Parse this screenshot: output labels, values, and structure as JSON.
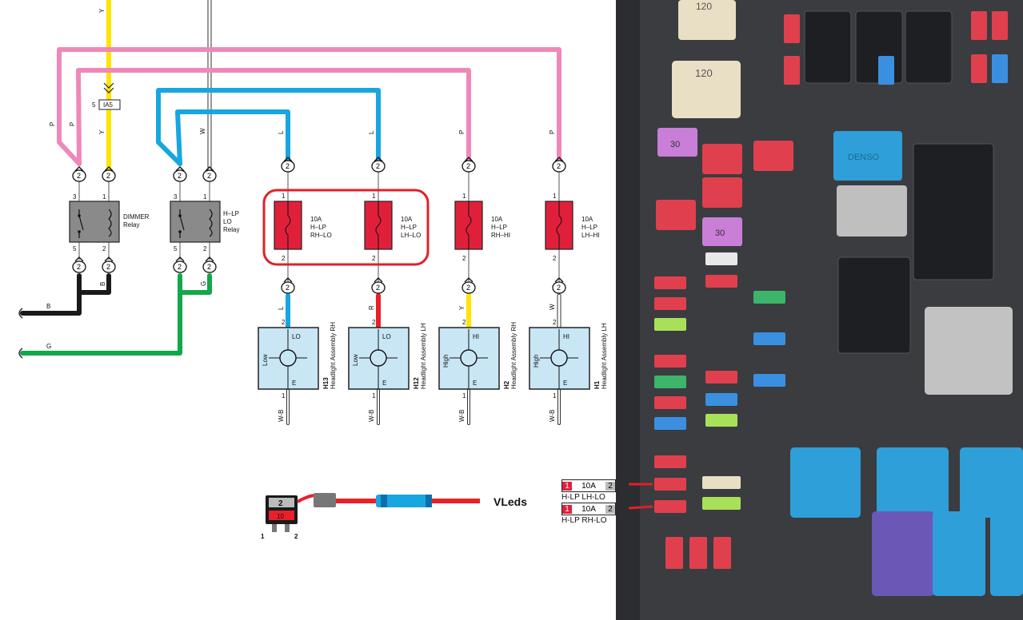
{
  "colors": {
    "pink": "#ef88b8",
    "yellow": "#ffe400",
    "blue": "#18a6e0",
    "red": "#e8202a",
    "green": "#12a84a",
    "black": "#1a1a1a",
    "fuse_red": "#e0203a",
    "lamp_bg": "#c9e6f5",
    "relay_grey": "#8a8a8a"
  },
  "wires": {
    "yellow": "Y",
    "white": "W",
    "pink_outer": "P",
    "pink_inner": "P",
    "blue_rh": "L",
    "blue_lh": "L",
    "pink_hi_rh": "P",
    "pink_hi_lh": "P",
    "below_dimmer_left": "B",
    "black_out": "B",
    "below_hlp_right": "G",
    "green_out": "G",
    "lamp_rh_lo_in": "L",
    "lamp_lh_lo_in": "R",
    "lamp_rh_hi_in": "Y",
    "lamp_lh_hi_in": "W",
    "ground": "W-B"
  },
  "connector": {
    "pin": "5",
    "label": "IA5"
  },
  "connector_pin": "2",
  "relays": [
    {
      "name": "DIMMER\nRelay",
      "lines": [
        "DIMMER",
        "Relay"
      ],
      "pins": [
        "3",
        "1",
        "5",
        "2"
      ]
    },
    {
      "name": "H-LP LO Relay",
      "lines": [
        "H–LP",
        "LO",
        "Relay"
      ],
      "pins": [
        "3",
        "1",
        "5",
        "2"
      ]
    }
  ],
  "fuses": [
    {
      "amp": "10A",
      "line1": "H–LP",
      "line2": "RH–LO",
      "pin_top": "1",
      "pin_bottom": "2"
    },
    {
      "amp": "10A",
      "line1": "H–LP",
      "line2": "LH–LO",
      "pin_top": "1",
      "pin_bottom": "2"
    },
    {
      "amp": "10A",
      "line1": "H–LP",
      "line2": "RH–HI",
      "pin_top": "1",
      "pin_bottom": "2"
    },
    {
      "amp": "10A",
      "line1": "H–LP",
      "line2": "LH–HI",
      "pin_top": "1",
      "pin_bottom": "2"
    }
  ],
  "lamps": [
    {
      "mode": "LO",
      "side_label": "Low",
      "e": "E",
      "pin_top": "2",
      "pin_bottom": "1",
      "code": "H13",
      "name": "Headlight Assembly RH"
    },
    {
      "mode": "LO",
      "side_label": "Low",
      "e": "E",
      "pin_top": "2",
      "pin_bottom": "1",
      "code": "H12",
      "name": "Headlight Assembly LH"
    },
    {
      "mode": "HI",
      "side_label": "High",
      "e": "E",
      "pin_top": "2",
      "pin_bottom": "1",
      "code": "H2",
      "name": "Headlight Assembly RH"
    },
    {
      "mode": "HI",
      "side_label": "High",
      "e": "E",
      "pin_top": "2",
      "pin_bottom": "1",
      "code": "H1",
      "name": "Headlight Assembly LH"
    }
  ],
  "add_a_fuse": {
    "upper": "2",
    "lower": "10",
    "pin_left": "1",
    "pin_right": "2",
    "label": "VLeds"
  },
  "photo_labels": [
    {
      "pin_left": "1",
      "amp": "10A",
      "pin_right": "2",
      "text": "H-LP LH-LO"
    },
    {
      "pin_left": "1",
      "amp": "10A",
      "pin_right": "2",
      "text": "H-LP RH-LO"
    }
  ],
  "photo_text": {
    "fuse_120_a": "120",
    "fuse_120_b": "120",
    "fuse_30_a": "30",
    "fuse_30_b": "30",
    "brand": "DENSO"
  }
}
